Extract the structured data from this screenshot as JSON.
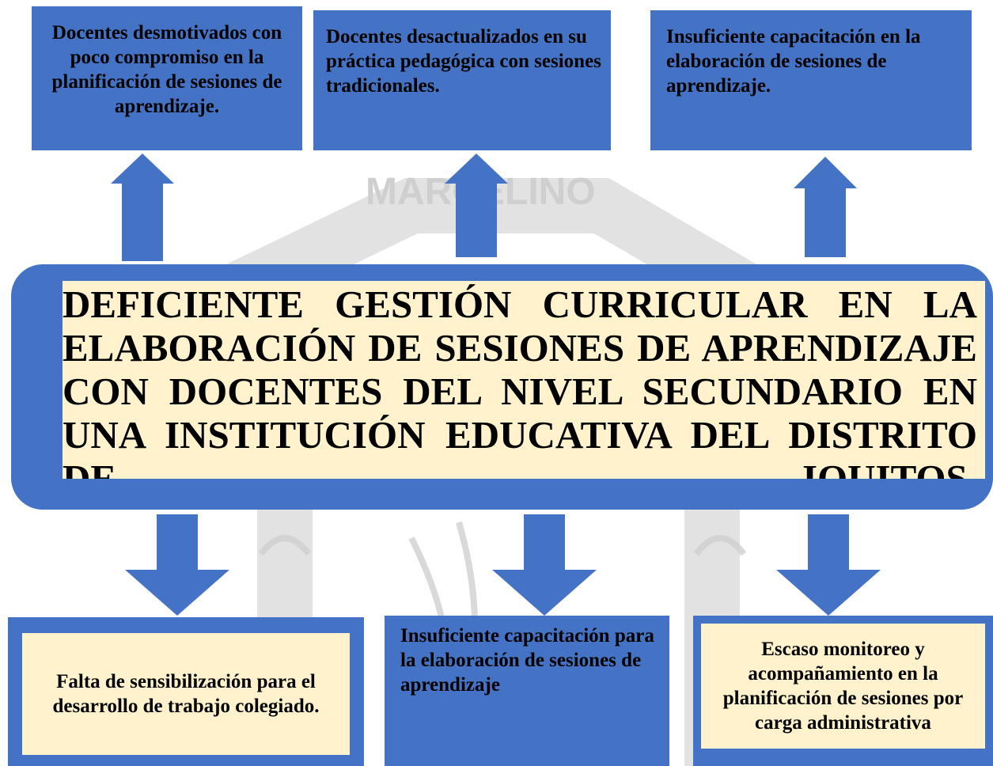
{
  "effects": [
    "Docentes desmotivados con poco compromiso en la planificación de sesiones de aprendizaje.",
    "Docentes desactualizados en su práctica pedagógica con sesiones tradicionales.",
    "Insuficiente capacitación en la elaboración de sesiones de aprendizaje."
  ],
  "central_problem": "DEFICIENTE GESTIÓN CURRICULAR EN LA ELABORACIÓN DE SESIONES DE APRENDIZAJE CON DOCENTES DEL NIVEL SECUNDARIO EN UNA INSTITUCIÓN EDUCATIVA DEL DISTRITO DE IQUITOS.",
  "causes": [
    "Falta de sensibilización para el desarrollo de trabajo colegiado.",
    "Insuficiente capacitación para la elaboración de sesiones de aprendizaje",
    "Escaso monitoreo y acompañamiento en la planificación de sesiones por carga administrativa"
  ],
  "watermark_text": "MARCELINO",
  "colors": {
    "box_blue": "#4472c4",
    "cream": "#fff2cc",
    "watermark": "#cfcfcf"
  }
}
